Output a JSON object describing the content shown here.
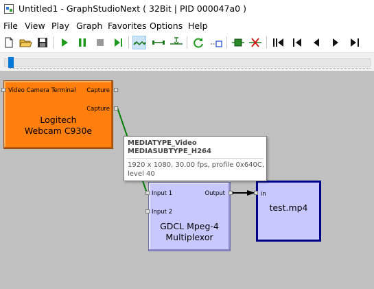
{
  "window": {
    "title": "Untitled1 - GraphStudioNext ( 32Bit | PID 000047a0 )"
  },
  "menu": [
    "File",
    "View",
    "Play",
    "Graph",
    "Favorites",
    "Options",
    "Help"
  ],
  "toolbar": {
    "icons": [
      "new-file-icon",
      "open-folder-icon",
      "save-icon",
      "play-icon",
      "pause-icon",
      "stop-icon",
      "step-forward-icon",
      "connect-filters-icon",
      "connect-direct-icon",
      "insert-filter-icon",
      "refresh-icon",
      "render-pin-icon",
      "add-filter-icon",
      "remove-filter-icon",
      "seek-start-icon",
      "seek-back-icon",
      "frame-back-icon",
      "frame-forward-icon",
      "seek-end-icon"
    ]
  },
  "seek": {
    "position": 0.01
  },
  "filters": [
    {
      "name": "Logitech Webcam C930e",
      "color": "#ff7f0e",
      "pins": {
        "inputs": [
          "Video Camera Terminal"
        ],
        "outputs": [
          "Capture",
          "Capture"
        ]
      }
    },
    {
      "name": "GDCL Mpeg-4 Multiplexor",
      "color": "#c8c8ff",
      "pins": {
        "inputs": [
          "Input 1",
          "Input 2"
        ],
        "outputs": [
          "Output"
        ]
      }
    },
    {
      "name": "test.mp4",
      "color": "#c8c8ff",
      "selected": true,
      "pins": {
        "inputs": [
          "in"
        ],
        "outputs": []
      }
    }
  ],
  "tooltip": {
    "major_type": "MEDIATYPE_Video",
    "sub_type": "MEDIASUBTYPE_H264",
    "detail": "1920 x 1080, 30.00 fps, profile 0x640C, level 40"
  },
  "colors": {
    "canvas": "#c0c0c0",
    "connection_green": "#008000",
    "connection_black": "#000000",
    "selection": "#00008b"
  }
}
